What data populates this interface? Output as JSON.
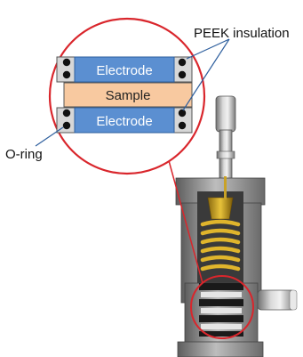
{
  "labels": {
    "electrode_top": "Electrode",
    "sample": "Sample",
    "electrode_bottom": "Electrode",
    "peek": "PEEK insulation",
    "oring": "O-ring"
  },
  "colors": {
    "electrode": "#5b8fd1",
    "electrode_stroke": "#2e5f9e",
    "sample": "#f8c9a0",
    "peek": "#d7d7d7",
    "callout": "#d9262c",
    "oring": "#111111"
  }
}
